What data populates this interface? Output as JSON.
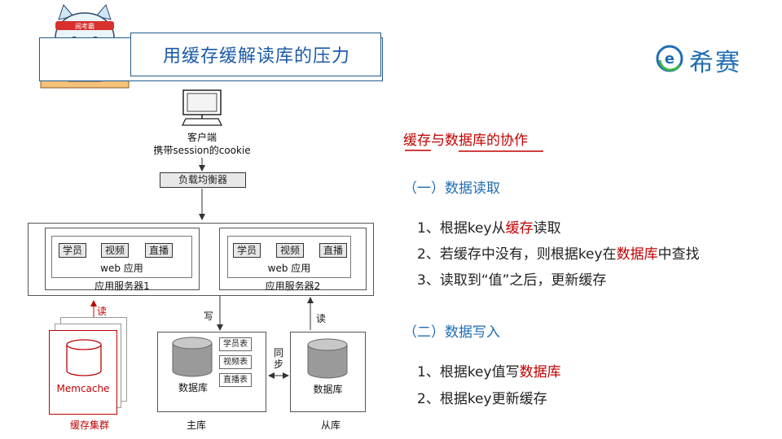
{
  "title": "用缓存缓解读库的压力",
  "logo": {
    "text": "希赛",
    "icon": "e-logo-icon",
    "color": "#1f6db2"
  },
  "mascot": {
    "headband": "阅考霸",
    "icon": "cat-mascot-icon"
  },
  "diagram": {
    "client_label": "客户端",
    "client_sub": "携带session的cookie",
    "load_balancer": "负载均衡器",
    "server1": {
      "name": "应用服务器1",
      "app": "web 应用",
      "modules": [
        "学员",
        "视频",
        "直播"
      ]
    },
    "server2": {
      "name": "应用服务器2",
      "app": "web 应用",
      "modules": [
        "学员",
        "视频",
        "直播"
      ]
    },
    "cache_cluster": {
      "item": "Memcache",
      "name": "缓存集群",
      "read_label": "读"
    },
    "master": {
      "db": "数据库",
      "name": "主库",
      "tables": [
        "学员表",
        "视频表",
        "直播表"
      ],
      "write_label": "写"
    },
    "slave": {
      "db": "数据库",
      "name": "从库",
      "read_label": "读"
    },
    "sync_label": [
      "同",
      "步"
    ]
  },
  "panel": {
    "heading": "缓存与数据库的协作",
    "section1": "（一）数据读取",
    "read_steps": [
      {
        "pre": "1、根据key从",
        "hl": "缓存",
        "post": "读取"
      },
      {
        "pre": "2、若缓存中没有，则根据key在",
        "hl": "数据库",
        "post": "中查找"
      },
      {
        "pre": "3、读取到“值”之后，更新缓存",
        "hl": "",
        "post": ""
      }
    ],
    "section2": "（二）数据写入",
    "write_steps": [
      {
        "pre": "1、根据key值写",
        "hl": "数据库",
        "post": ""
      },
      {
        "pre": "2、根据key更新缓存",
        "hl": "",
        "post": ""
      }
    ]
  },
  "colors": {
    "accent_blue": "#1f6db2",
    "highlight_red": "#c00000"
  }
}
